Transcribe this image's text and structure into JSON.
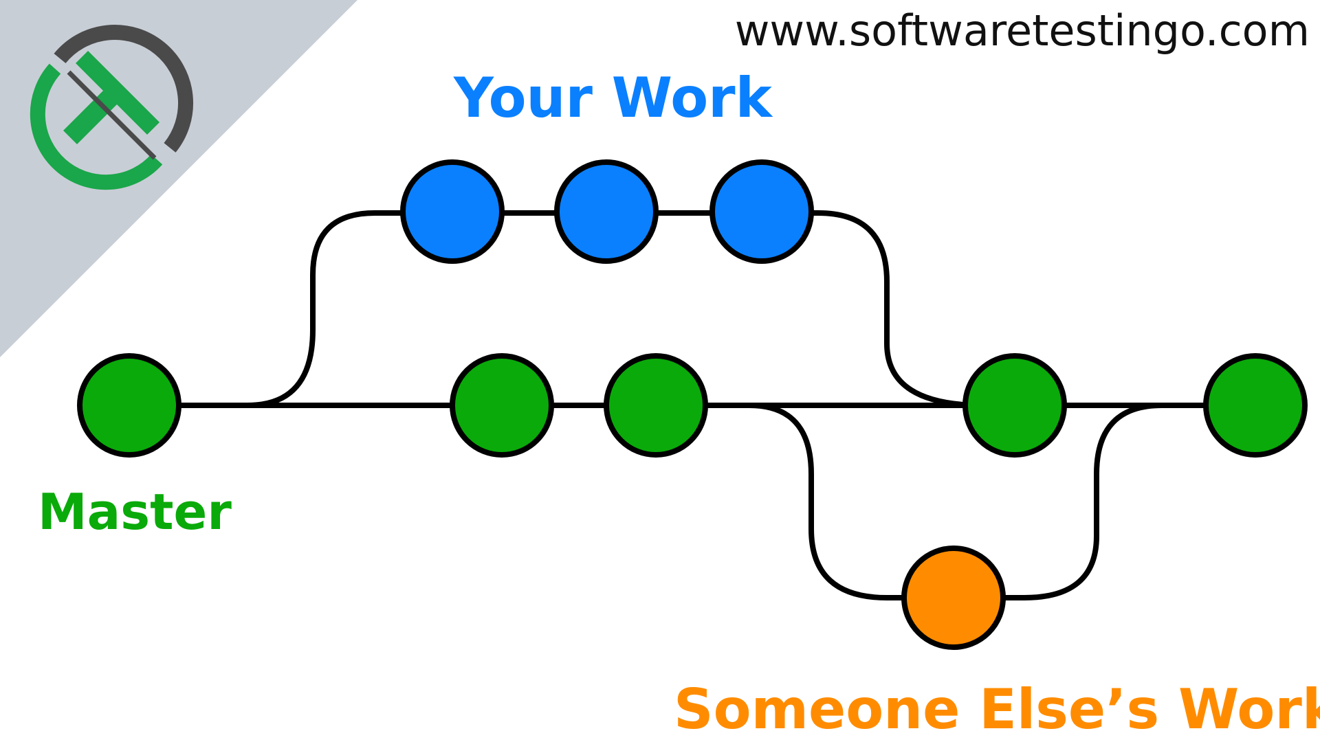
{
  "site": {
    "url": "www.softwaretestingo.com"
  },
  "branches": {
    "your_work": {
      "label": "Your Work",
      "color": "#0a80ff"
    },
    "master": {
      "label": "Master",
      "color": "#0aaa0a"
    },
    "someone_else": {
      "label": "Someone Else’s Work",
      "color": "#ff8c00"
    }
  },
  "colors": {
    "commit_blue": "#0a80ff",
    "commit_green": "#0aaa0a",
    "commit_orange": "#ff8c00",
    "line": "#000000",
    "corner_band": "#c8ced6",
    "logo_green": "#1aa64a",
    "logo_gray": "#4a4a4a"
  },
  "logo": {
    "icon": "softwaretestingo-logo-icon"
  }
}
